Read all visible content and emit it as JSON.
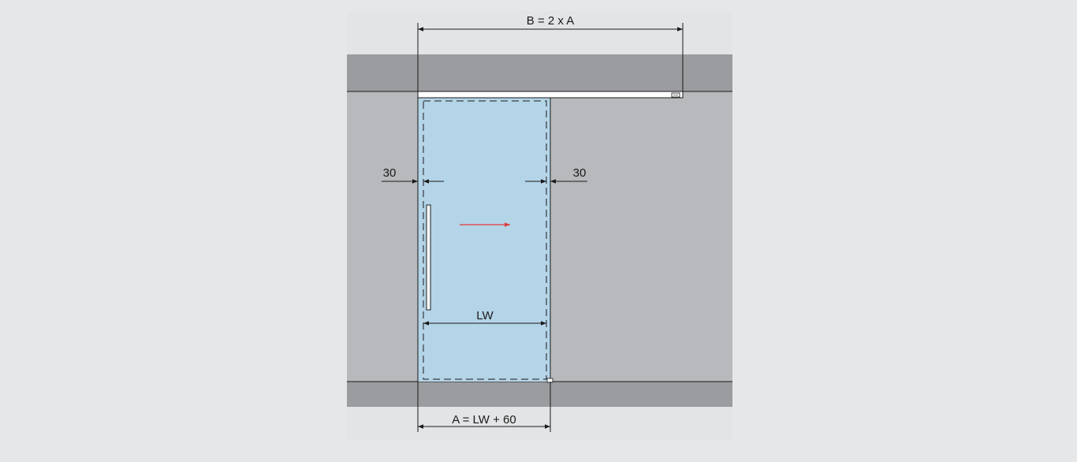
{
  "dimensions": {
    "overall_width": "B = 2 x A",
    "opening_width": "A = LW + 60",
    "clear_width": "LW",
    "left_overlap": "30",
    "right_overlap": "30"
  },
  "colors": {
    "page_background": "#e6e7e9",
    "drawing_background": "#e3e4e6",
    "wall": "#b7b9bc",
    "ceiling_floor_band": "#9b9c9f",
    "glass": "#b4d4e8",
    "track": "#ffffff",
    "dimension_line": "#1a1a1a",
    "direction_arrow": "#e03a3a"
  },
  "icons": {
    "direction": "arrow-right-icon",
    "handle": "door-handle-icon"
  }
}
